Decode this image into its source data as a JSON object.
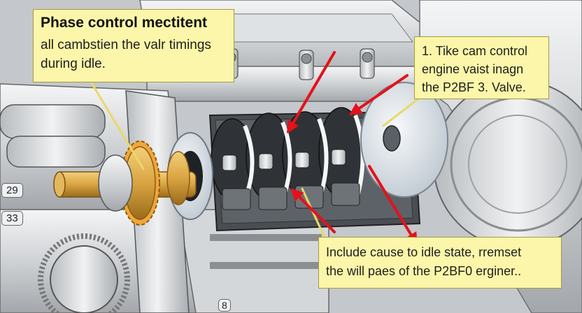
{
  "callouts": {
    "left": {
      "title": "Phase control mectitent",
      "lines": [
        "all cambstien the valr timings",
        "during idle."
      ]
    },
    "right": {
      "lines": [
        "1. Tike cam control",
        "engine vaist inagn",
        "the P2BF 3. Valve."
      ]
    },
    "bottom": {
      "lines": [
        "Include cause to idle state, rremset",
        "the will paes of the P2BF0 erginer.."
      ]
    }
  },
  "part_labels": [
    "29",
    "33",
    "8"
  ],
  "colors": {
    "callout_fill": "#fbf6a9",
    "arrow_red": "#e3121b",
    "leader_yellow": "#e8d96a",
    "brass": "#d9a441"
  }
}
